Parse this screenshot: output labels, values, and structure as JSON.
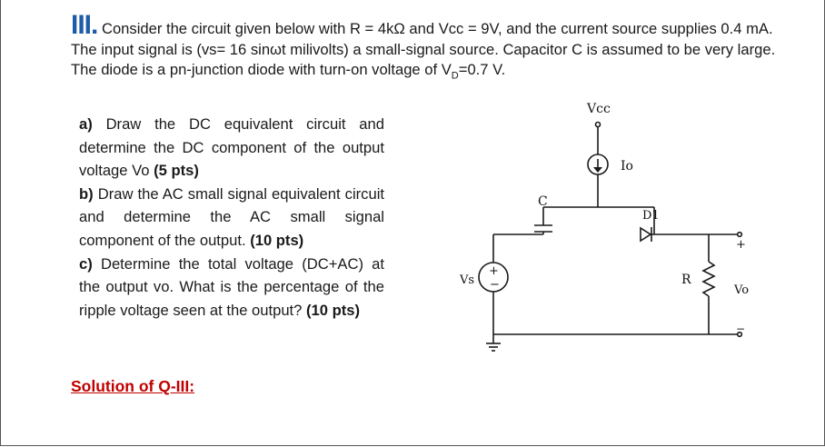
{
  "question": {
    "number": "III.",
    "intro": " Consider the circuit given below with R = 4kΩ and Vcc = 9V, and the current source supplies 0.4 mA. The input signal is (vs= 16 sinωt milivolts) a small-signal source. Capacitor C is assumed to be very large. The diode is a pn-junction diode with turn-on voltage of V",
    "sub": "D",
    "intro_end": "=0.7 V."
  },
  "parts": [
    {
      "label": "a)",
      "text": " Draw the DC equivalent circuit and determine the DC component of the output voltage Vo ",
      "points": "(5 pts)"
    },
    {
      "label": "b)",
      "text": " Draw the AC small signal equivalent circuit and determine the AC small signal component of the output. ",
      "points": "(10 pts)"
    },
    {
      "label": "c)",
      "text": " Determine the total voltage (DC+AC) at the output vo. What is the percentage of the ripple voltage seen at the output? ",
      "points": "(10 pts)"
    }
  ],
  "solution_heading": "Solution of Q-III:",
  "circuit": {
    "vcc": "Vcc",
    "current_source": "Io",
    "capacitor": "C",
    "diode": "D1",
    "source": "Vs",
    "source_plus": "+",
    "source_minus": "−",
    "resistor": "R",
    "output": "Vo",
    "out_plus": "+",
    "out_minus": "−"
  }
}
